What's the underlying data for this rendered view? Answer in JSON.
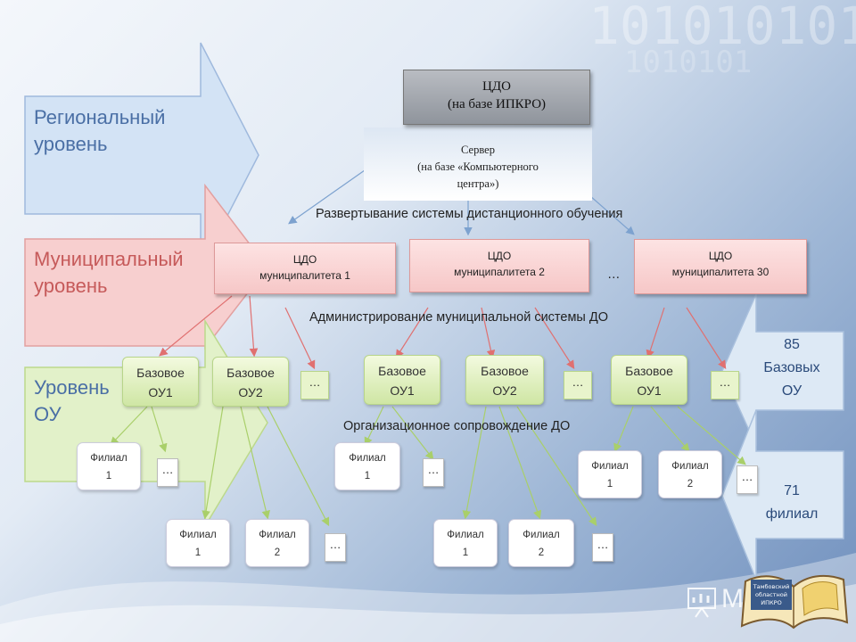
{
  "background": {
    "digits_line1": "101010101",
    "digits_line2": "1010101"
  },
  "levels": {
    "regional": "Региональный уровень",
    "municipal": "Муниципальный уровень",
    "ou": "Уровень ОУ"
  },
  "top": {
    "cdo_line1": "ЦДО",
    "cdo_line2": "(на базе ИПКРО)",
    "server_line1": "Сервер",
    "server_line2": "(на базе «Компьютерного",
    "server_line3": "центра»)"
  },
  "captions": {
    "deploy": "Развертывание системы дистанционного обучения",
    "admin": "Администрирование муниципальной системы ДО",
    "support": "Организационное сопровождение ДО"
  },
  "municipal": [
    {
      "line1": "ЦДО",
      "line2": "муниципалитета 1"
    },
    {
      "line1": "ЦДО",
      "line2": "муниципалитета 2"
    },
    {
      "line1": "ЦДО",
      "line2": "муниципалитета 30"
    }
  ],
  "ellipsis": "…",
  "base_ou": [
    {
      "line1": "Базовое",
      "line2": "ОУ1"
    },
    {
      "line1": "Базовое",
      "line2": "ОУ2"
    },
    {
      "line1": "Базовое",
      "line2": "ОУ1"
    },
    {
      "line1": "Базовое",
      "line2": "ОУ2"
    },
    {
      "line1": "Базовое",
      "line2": "ОУ1"
    }
  ],
  "branches": [
    {
      "line1": "Филиал",
      "line2": "1"
    },
    {
      "line1": "Филиал",
      "line2": "1"
    },
    {
      "line1": "Филиал",
      "line2": "1"
    },
    {
      "line1": "Филиал",
      "line2": "2"
    },
    {
      "line1": "Филиал",
      "line2": "1"
    },
    {
      "line1": "Филиал",
      "line2": "2"
    },
    {
      "line1": "Филиал",
      "line2": "1"
    },
    {
      "line1": "Филиал",
      "line2": "2"
    }
  ],
  "side": {
    "base_count": "85",
    "base_label1": "Базовых",
    "base_label2": "ОУ",
    "branch_count": "71",
    "branch_label": "филиал"
  },
  "logo": {
    "book_text1": "Тамбовский",
    "book_text2": "областной",
    "book_text3": "ИПКРО",
    "logo_text": "M"
  },
  "colors": {
    "regional": "#cfe0f4",
    "municipal": "#f6c9c9",
    "ou": "#dff0c4",
    "level_text_blue": "#4a6fa5",
    "level_text_red": "#c65a5a",
    "arrow_blue": "#7da2cf",
    "arrow_red": "#e07070",
    "arrow_green": "#a9cf6a"
  }
}
